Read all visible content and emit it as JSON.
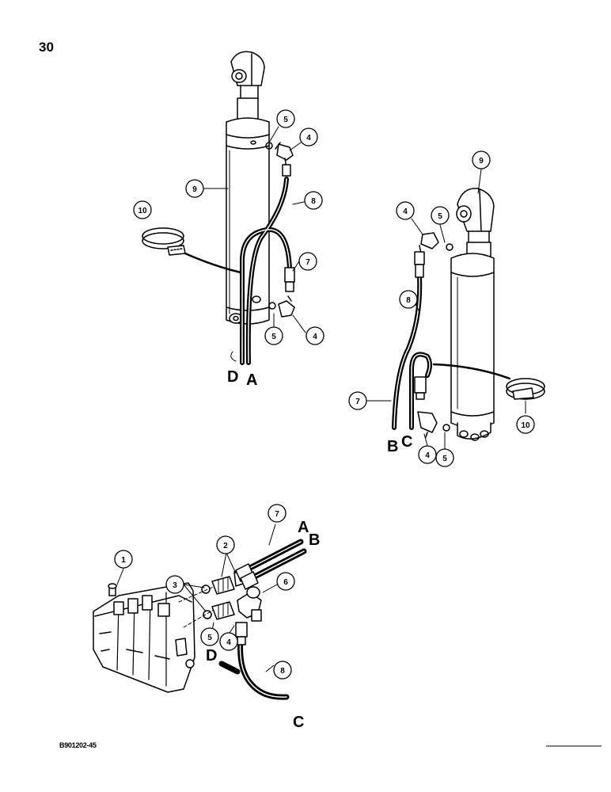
{
  "page": {
    "page_number": "30",
    "figure_code": "B901202-45"
  },
  "callouts": {
    "c5a": "5",
    "c4a": "4",
    "c9a": "9",
    "c8a": "8",
    "c10a": "10",
    "c7a": "7",
    "c5b": "5",
    "c4b": "4",
    "c9b": "9",
    "c4c": "4",
    "c5c": "5",
    "c8b": "8",
    "c10b": "10",
    "c7b": "7",
    "c4d": "4",
    "c5d": "5",
    "c7c": "7",
    "c2": "2",
    "c1": "1",
    "c3": "3",
    "c6": "6",
    "c5e": "5",
    "c4e": "4",
    "c8c": "8"
  },
  "hose_letters": {
    "d1": "D",
    "a1": "A",
    "b1": "B",
    "c1": "C",
    "a2": "A",
    "b2": "B",
    "d2": "D",
    "c2": "C"
  },
  "colors": {
    "ink": "#000000",
    "paper": "#ffffff"
  }
}
